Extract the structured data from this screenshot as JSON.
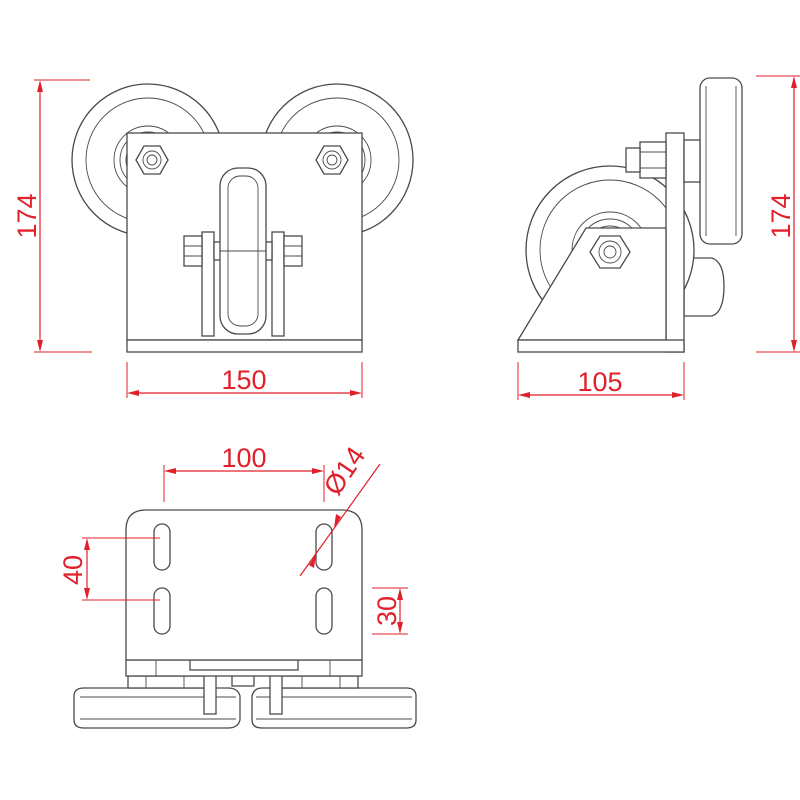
{
  "dimensions": {
    "front_height": "174",
    "front_width": "150",
    "side_height": "174",
    "side_depth": "105",
    "hole_spacing": "100",
    "hole_diameter": "Ø14",
    "slot_spacing": "40",
    "slot_length": "30"
  },
  "colors": {
    "dimension": "#e0202a",
    "outline": "#4a4a4a"
  }
}
